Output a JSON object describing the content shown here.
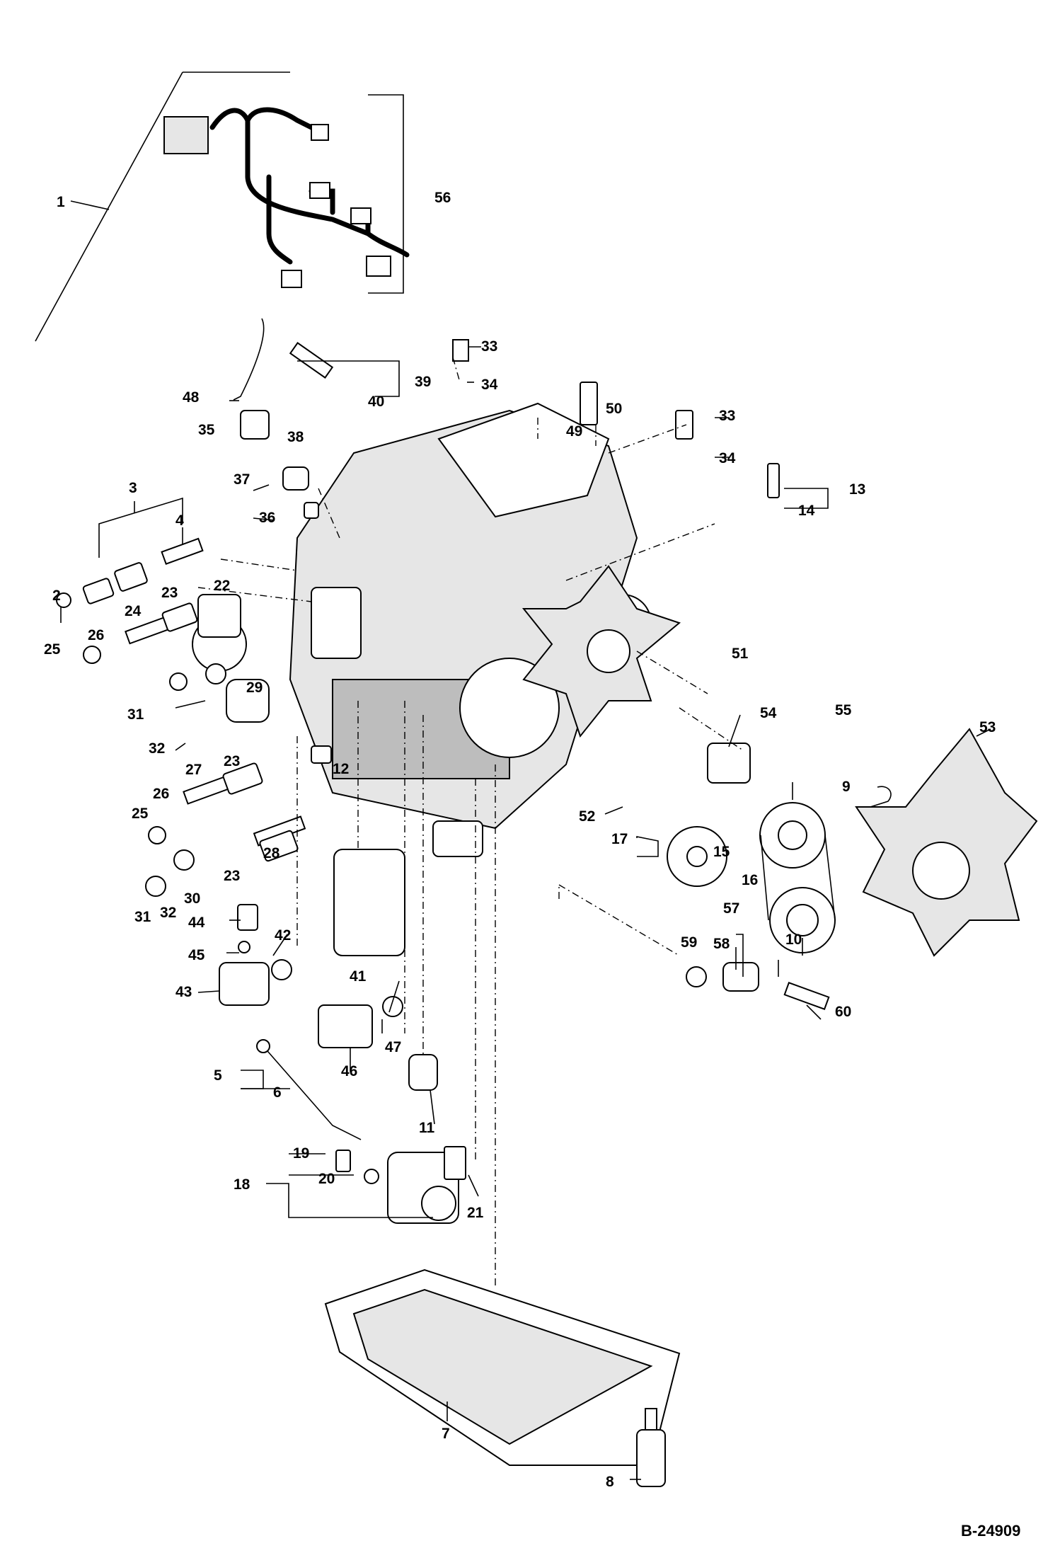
{
  "diagram": {
    "reference_code": "B-24909",
    "callouts": [
      "1",
      "2",
      "3",
      "4",
      "5",
      "6",
      "7",
      "8",
      "9",
      "10",
      "11",
      "12",
      "13",
      "14",
      "15",
      "16",
      "17",
      "18",
      "19",
      "20",
      "21",
      "22",
      "23",
      "23",
      "23",
      "24",
      "25",
      "25",
      "26",
      "26",
      "27",
      "28",
      "29",
      "30",
      "31",
      "31",
      "32",
      "32",
      "33",
      "33",
      "34",
      "34",
      "35",
      "36",
      "37",
      "38",
      "39",
      "40",
      "41",
      "42",
      "43",
      "44",
      "45",
      "46",
      "47",
      "48",
      "49",
      "50",
      "51",
      "52",
      "53",
      "54",
      "55",
      "56",
      "57",
      "58",
      "59",
      "60"
    ]
  }
}
